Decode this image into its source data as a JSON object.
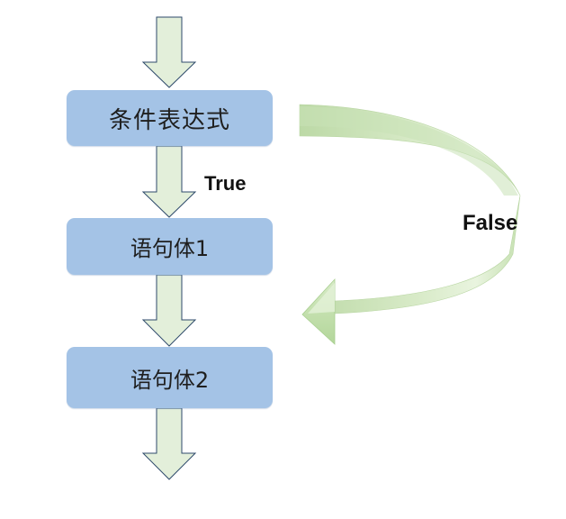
{
  "flowchart": {
    "condition_label": "条件表达式",
    "body1_label": "语句体1",
    "body2_label": "语句体2",
    "true_label": "True",
    "false_label": "False"
  },
  "colors": {
    "box_fill": "#a4c3e6",
    "arrow_fill": "#e3efda",
    "arrow_stroke": "#2e4a6b",
    "loop_arrow_fill": "#c4e0b2"
  }
}
